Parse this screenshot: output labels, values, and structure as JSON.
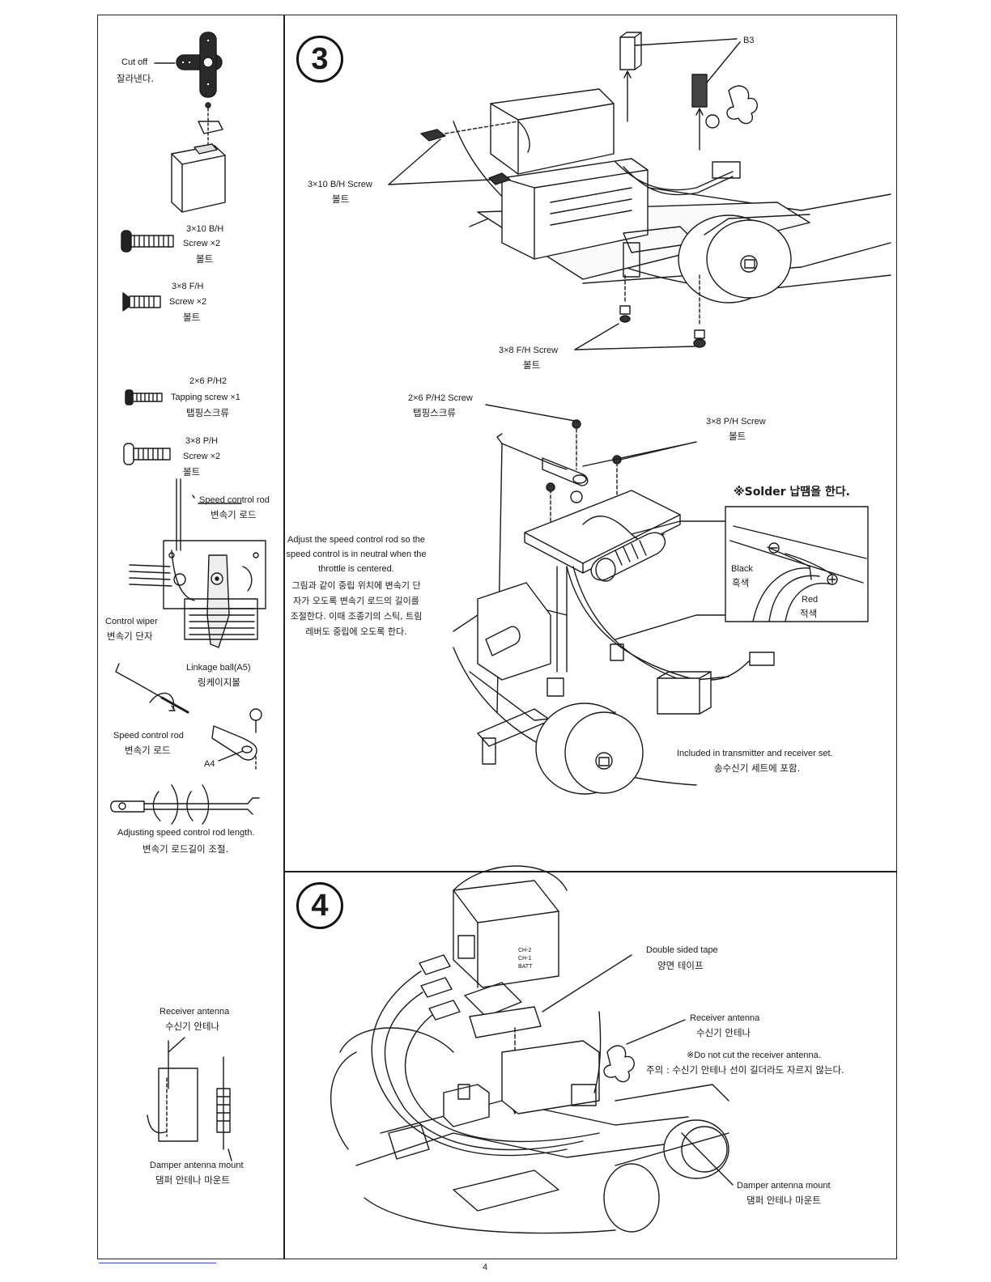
{
  "page_number": "4",
  "steps": {
    "three": "3",
    "four": "4"
  },
  "left_column": {
    "cut_off": {
      "en": "Cut off",
      "ko": "잘라낸다."
    },
    "screw_3x10_bh": {
      "size": "3×10 B/H",
      "name": "Screw ×2",
      "ko": "볼트"
    },
    "screw_3x8_fh": {
      "size": "3×8 F/H",
      "name": "Screw ×2",
      "ko": "볼트"
    },
    "screw_2x6_ph2": {
      "size": "2×6 P/H2",
      "name": "Tapping screw ×1",
      "ko": "탭핑스크류"
    },
    "screw_3x8_ph": {
      "size": "3×8 P/H",
      "name": "Screw ×2",
      "ko": "볼트"
    },
    "speed_control_rod": {
      "en": "Speed control rod",
      "ko": "변속기 로드"
    },
    "control_wiper": {
      "en": "Control wiper",
      "ko": "변속기 단자"
    },
    "linkage_ball": {
      "en": "Linkage ball(A5)",
      "ko": "링케이지볼"
    },
    "speed_control_rod_2": {
      "en": "Speed control rod",
      "ko": "변속기 로드"
    },
    "a4": "A4",
    "adjusting": {
      "en": "Adjusting speed control rod length.",
      "ko": "변속기 로드길이 조절."
    },
    "receiver_antenna": {
      "en": "Receiver antenna",
      "ko": "수신기 안테나"
    },
    "damper_mount": {
      "en": "Damper antenna mount",
      "ko": "댐퍼 안테나 마운트"
    }
  },
  "adjust_note": {
    "en": [
      "Adjust the speed control rod so the",
      "speed control is in neutral when the",
      "throttle is centered."
    ],
    "ko": [
      "그림과 같이 중립 위치에 변속기 단",
      "자가 오도록 변속기 로드의 길이를",
      "조절한다. 이때 조종기의 스틱, 트림",
      "레버도 중립에 오도록 한다."
    ]
  },
  "step3": {
    "b3": "B3",
    "bh_screw": {
      "en": "3×10 B/H Screw",
      "ko": "볼트"
    },
    "fh_screw": {
      "en": "3×8 F/H Screw",
      "ko": "볼트"
    },
    "ph2_screw": {
      "en": "2×6 P/H2 Screw",
      "ko": "탭핑스크류"
    },
    "ph_screw": {
      "en": "3×8 P/H Screw",
      "ko": "볼트"
    },
    "solder": "※Solder 납땜을 한다.",
    "black": {
      "en": "Black",
      "ko": "흑색"
    },
    "red": {
      "en": "Red",
      "ko": "적색"
    },
    "included": {
      "en": "Included in transmitter and receiver set.",
      "ko": "송수신기 세트에 포함."
    }
  },
  "step4": {
    "tape": {
      "en": "Double sided tape",
      "ko": "양면 테이프"
    },
    "antenna": {
      "en": "Receiver antenna",
      "ko": "수신기 안테나"
    },
    "warning": {
      "en": "※Do not cut the receiver antenna.",
      "ko": "주의 : 수신기 안테나 선이 길더라도 자르지 않는다."
    },
    "damper": {
      "en": "Damper antenna mount",
      "ko": "댐퍼 안테나 마운트"
    },
    "receiver_labels": [
      "CH-2",
      "CH-1",
      "BATT"
    ]
  }
}
